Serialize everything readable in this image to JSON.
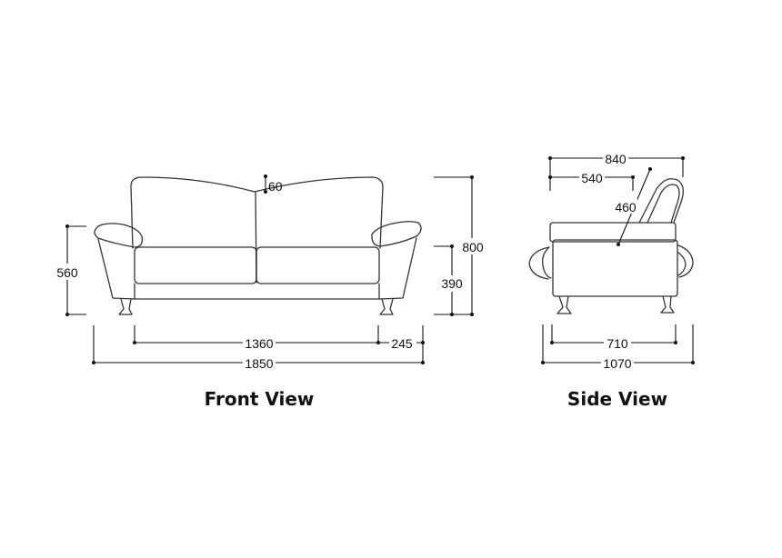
{
  "front_view": {
    "title": "Front View",
    "dimensions": {
      "back_dip": "60",
      "arm_height": "560",
      "total_height": "800",
      "seat_height": "390",
      "seat_width": "1360",
      "arm_width": "245",
      "total_width": "1850"
    }
  },
  "side_view": {
    "title": "Side View",
    "dimensions": {
      "total_depth_top": "840",
      "seat_depth_top": "540",
      "seat_depth": "460",
      "leg_span": "710",
      "total_depth": "1070"
    }
  }
}
